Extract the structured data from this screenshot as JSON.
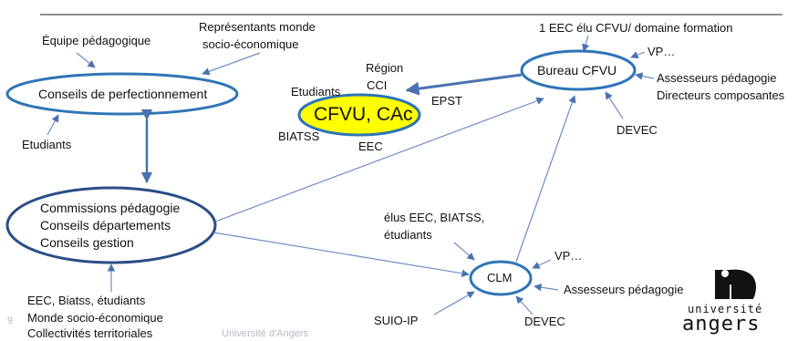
{
  "nodes": {
    "conseils_perf": "Conseils de perfectionnement",
    "cfvu_cac": "CFVU, CAc",
    "bureau_cfvu": "Bureau CFVU",
    "commissions": [
      "Commissions pédagogie",
      "Conseils départements",
      "Conseils gestion"
    ],
    "clm": "CLM"
  },
  "labels": {
    "equipe": "Équipe pédagogique",
    "representants_1": "Représentants monde",
    "representants_2": "socio-économique",
    "etudiants_left": "Etudiants",
    "region": "Région",
    "cci": "CCI",
    "etudiants_cfvu": "Etudiants",
    "epst": "EPST",
    "biatss": "BIATSS",
    "eec": "EEC",
    "bureau_top": "1 EEC élu CFVU/ domaine formation",
    "bureau_vp": "VP…",
    "bureau_assesseurs": "Assesseurs pédagogie",
    "bureau_directeurs": "Directeurs composantes",
    "bureau_devec": "DEVEC",
    "clm_elus_1": "élus EEC, BIATSS,",
    "clm_elus_2": "étudiants",
    "clm_vp": "VP…",
    "clm_assesseurs": "Assesseurs pédagogie",
    "clm_suio": "SUIO-IP",
    "clm_devec": "DEVEC",
    "bottom_1": "EEC, Biatss, étudiants",
    "bottom_2": "Monde socio-économique",
    "bottom_3": "Collectivités territoriales"
  },
  "footer": {
    "page_number": "9",
    "institution": "Université d'Angers"
  },
  "logo": {
    "word_top": "université",
    "word_bottom": "angers"
  },
  "colors": {
    "ellipse_stroke": "#2e75b6",
    "arrow": "#4a72b0",
    "cfvu_fill": "#ffff00",
    "cfvu_stroke": "#2e75b6"
  }
}
